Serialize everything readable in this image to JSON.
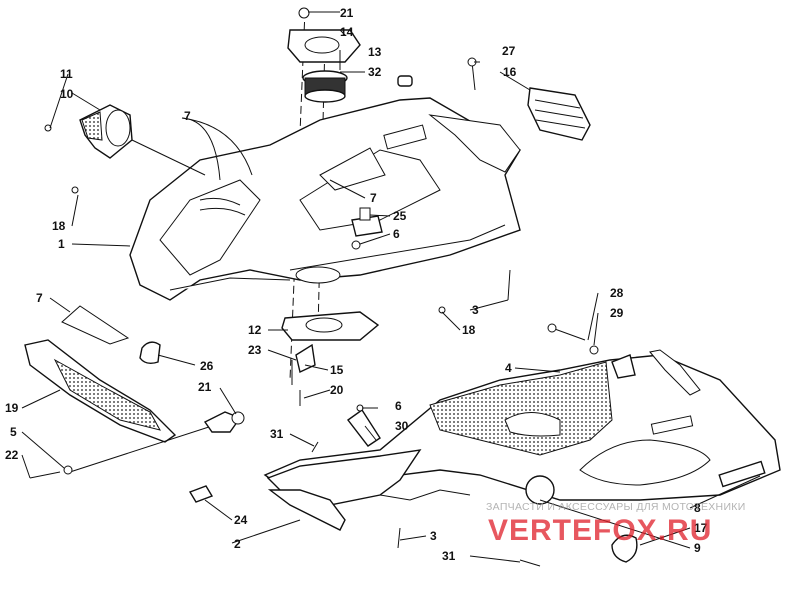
{
  "callouts": {
    "c1": "1",
    "c2": "2",
    "c3a": "3",
    "c3b": "3",
    "c4": "4",
    "c5": "5",
    "c6a": "6",
    "c6b": "6",
    "c7a": "7",
    "c7b": "7",
    "c7c": "7",
    "c8": "8",
    "c9": "9",
    "c10": "10",
    "c11": "11",
    "c12": "12",
    "c13": "13",
    "c14": "14",
    "c15": "15",
    "c16": "16",
    "c17": "17",
    "c18a": "18",
    "c18b": "18",
    "c19": "19",
    "c20": "20",
    "c21a": "21",
    "c21b": "21",
    "c22": "22",
    "c23": "23",
    "c24": "24",
    "c25": "25",
    "c26": "26",
    "c27": "27",
    "c28": "28",
    "c29": "29",
    "c30": "30",
    "c31a": "31",
    "c31b": "31",
    "c32": "32"
  },
  "watermark": {
    "caption": "ЗАПЧАСТИ И АКСЕССУАРЫ ДЛЯ МОТОТЕХНИКИ",
    "logo": "VERTEFOX.RU",
    "logo_color": "#e0202a",
    "caption_color": "#9a9a9a"
  }
}
